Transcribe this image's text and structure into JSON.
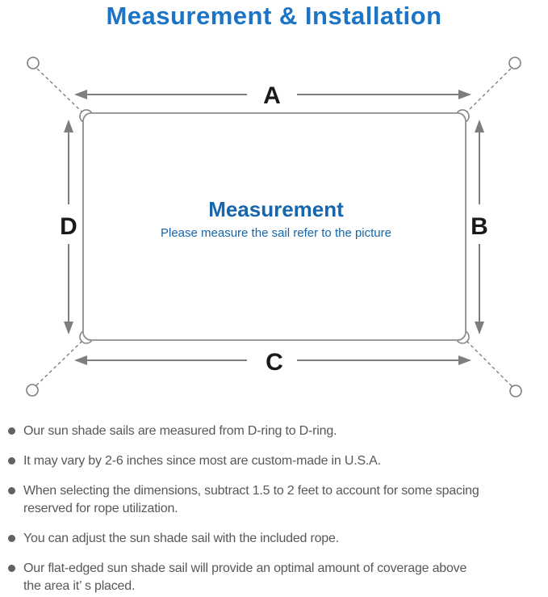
{
  "title": "Measurement & Installation",
  "diagram": {
    "label_a": "A",
    "label_b": "B",
    "label_c": "C",
    "label_d": "D",
    "center_title": "Measurement",
    "center_subtitle": "Please measure the sail refer to the picture"
  },
  "colors": {
    "title_blue": "#1b74c5",
    "diagram_blue": "#1566ae",
    "line_gray": "#7e7e7e",
    "rect_gray": "#8f8f8f",
    "label_black": "#1a1a1a",
    "text_gray": "#57585a"
  },
  "bullets": [
    "Our sun shade sails are measured from D-ring to D-ring.",
    "It may vary by 2-6 inches since most are custom-made in U.S.A.",
    "When selecting the dimensions, subtract 1.5 to 2 feet to account for some spacing\nreserved for rope utilization.",
    "You can adjust the sun shade sail with the included rope.",
    "Our flat-edged sun shade sail will provide an optimal amount of coverage above\nthe area it’ s placed."
  ]
}
